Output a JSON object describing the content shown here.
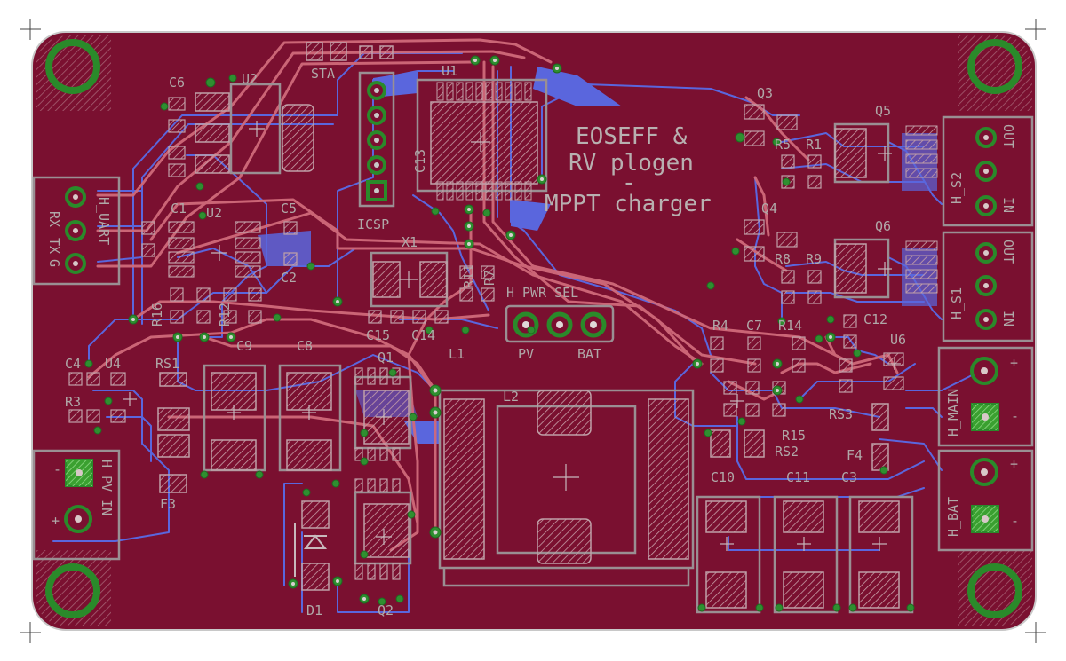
{
  "board": {
    "title_lines": [
      "EOSEFF &",
      "RV plogen",
      "-",
      "MPPT charger"
    ],
    "colors": {
      "board": "#7a1030",
      "board_edge": "#b8b8b8",
      "silk": "#a09898",
      "silk_text": "#b0a8a8",
      "bottom_trace": "#5560d8",
      "top_trace": "#d06070",
      "via": "#3a9a30",
      "pad": "#c0a0a0",
      "mount_ring": "#2a8a2a",
      "square_pad": "#3aa030"
    }
  },
  "refdes": {
    "sta": "STA",
    "u1": "U1",
    "u2a": "U2",
    "u2b": "U2",
    "u4": "U4",
    "u6": "U6",
    "c1": "C1",
    "c2": "C2",
    "c3": "C3",
    "c4": "C4",
    "c5": "C5",
    "c6": "C6",
    "c7": "C7",
    "c8": "C8",
    "c9": "C9",
    "c10": "C10",
    "c11": "C11",
    "c12": "C12",
    "c13": "C13",
    "c14": "C14",
    "c15": "C15",
    "q1": "Q1",
    "q2": "Q2",
    "q3": "Q3",
    "q4": "Q4",
    "q5": "Q5",
    "q6": "Q6",
    "r1": "R1",
    "r3": "R3",
    "r4": "R4",
    "r5": "R5",
    "r7": "R7",
    "r8": "R8",
    "r9": "R9",
    "r11": "R11",
    "r12": "R12",
    "r14": "R14",
    "r15": "R15",
    "r16": "R16",
    "rs1": "RS1",
    "rs2": "RS2",
    "rs3": "RS3",
    "l1": "L1",
    "l2": "L2",
    "d1": "D1",
    "f3": "F3",
    "f4": "F4",
    "x1": "X1",
    "icsp": "ICSP",
    "pwr_sel": "PWR SEL",
    "pv": "PV",
    "bat": "BAT",
    "h": "H"
  },
  "connectors": {
    "uart": {
      "name": "H_UART",
      "pins": [
        "RX",
        "TX",
        "G"
      ]
    },
    "pv_in": {
      "name": "H_PV_IN",
      "minus": "-",
      "plus": "+"
    },
    "s2": {
      "name": "H_S2",
      "out": "OUT",
      "in": "IN"
    },
    "s1": {
      "name": "H_S1",
      "out": "OUT",
      "in": "IN"
    },
    "main": {
      "name": "H_MAIN",
      "plus": "+",
      "minus": "-"
    },
    "bat": {
      "name": "H_BAT",
      "plus": "+",
      "minus": "-"
    }
  }
}
